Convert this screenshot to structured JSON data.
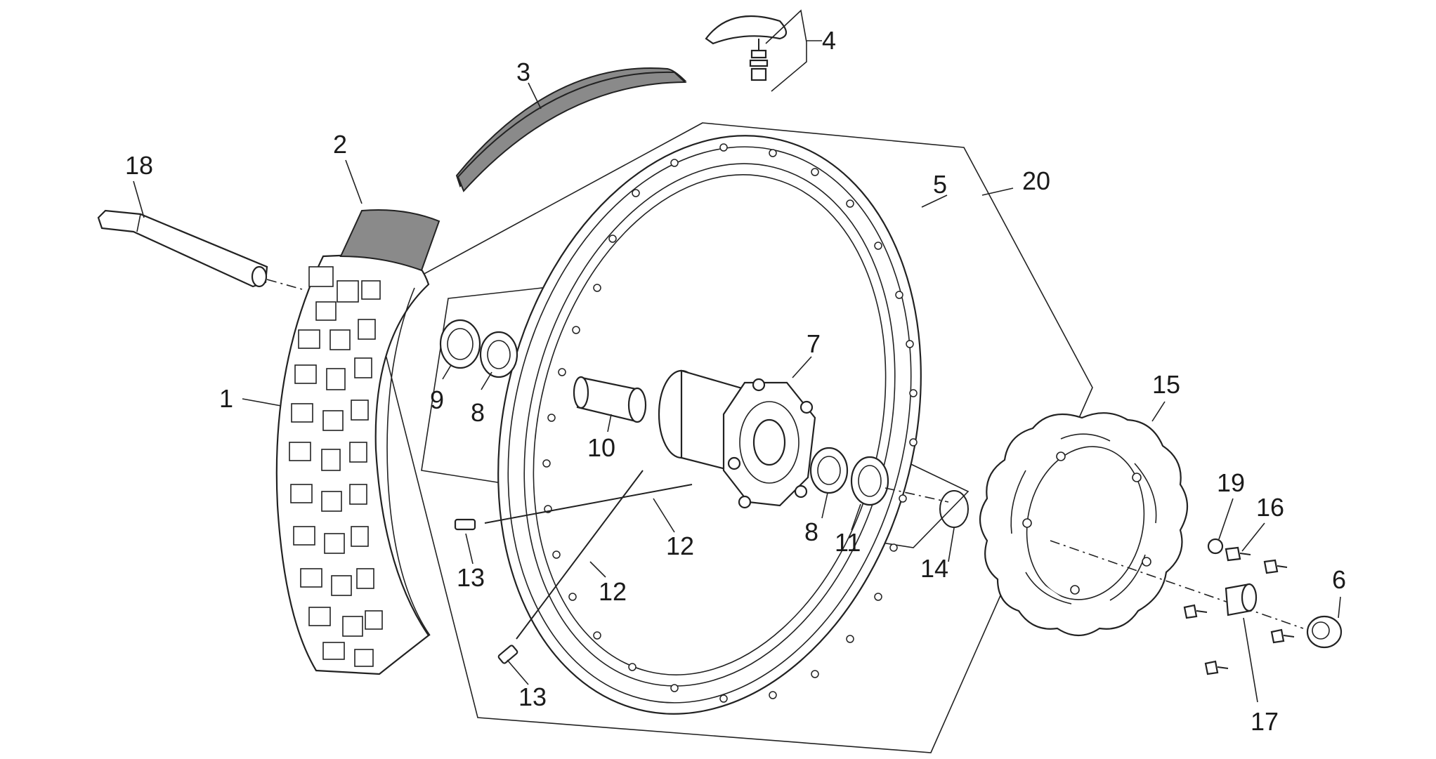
{
  "callouts": [
    "1",
    "2",
    "3",
    "4",
    "5",
    "6",
    "7",
    "8",
    "8",
    "9",
    "10",
    "11",
    "12",
    "12",
    "13",
    "13",
    "14",
    "15",
    "16",
    "17",
    "18",
    "19",
    "20"
  ],
  "parts": [
    {
      "id": "tyre",
      "icon": "tyre-icon"
    },
    {
      "id": "inner-tube",
      "icon": "inner-tube-icon"
    },
    {
      "id": "rim-band",
      "icon": "rim-band-icon"
    },
    {
      "id": "tyre-lock",
      "icon": "tyre-lock-icon"
    },
    {
      "id": "rim",
      "icon": "rim-icon"
    },
    {
      "id": "axle-nut",
      "icon": "nut-icon"
    },
    {
      "id": "hub",
      "icon": "hub-icon"
    },
    {
      "id": "bearing",
      "icon": "bearing-icon"
    },
    {
      "id": "oil-seal",
      "icon": "seal-icon"
    },
    {
      "id": "spacer",
      "icon": "spacer-icon"
    },
    {
      "id": "oil-seal-2",
      "icon": "seal-icon"
    },
    {
      "id": "spoke",
      "icon": "spoke-icon"
    },
    {
      "id": "nipple",
      "icon": "nipple-icon"
    },
    {
      "id": "circlip",
      "icon": "circlip-icon"
    },
    {
      "id": "brake-disc",
      "icon": "brake-disc-icon"
    },
    {
      "id": "screw",
      "icon": "screw-icon"
    },
    {
      "id": "side-spacer",
      "icon": "spacer-icon"
    },
    {
      "id": "wheel-axle",
      "icon": "axle-icon"
    },
    {
      "id": "washer",
      "icon": "washer-icon"
    },
    {
      "id": "wheel-assembly",
      "icon": "assembly-outline-icon"
    }
  ],
  "colors": {
    "line": "#222222",
    "shade": "#8a8a8a",
    "background": "#ffffff"
  }
}
